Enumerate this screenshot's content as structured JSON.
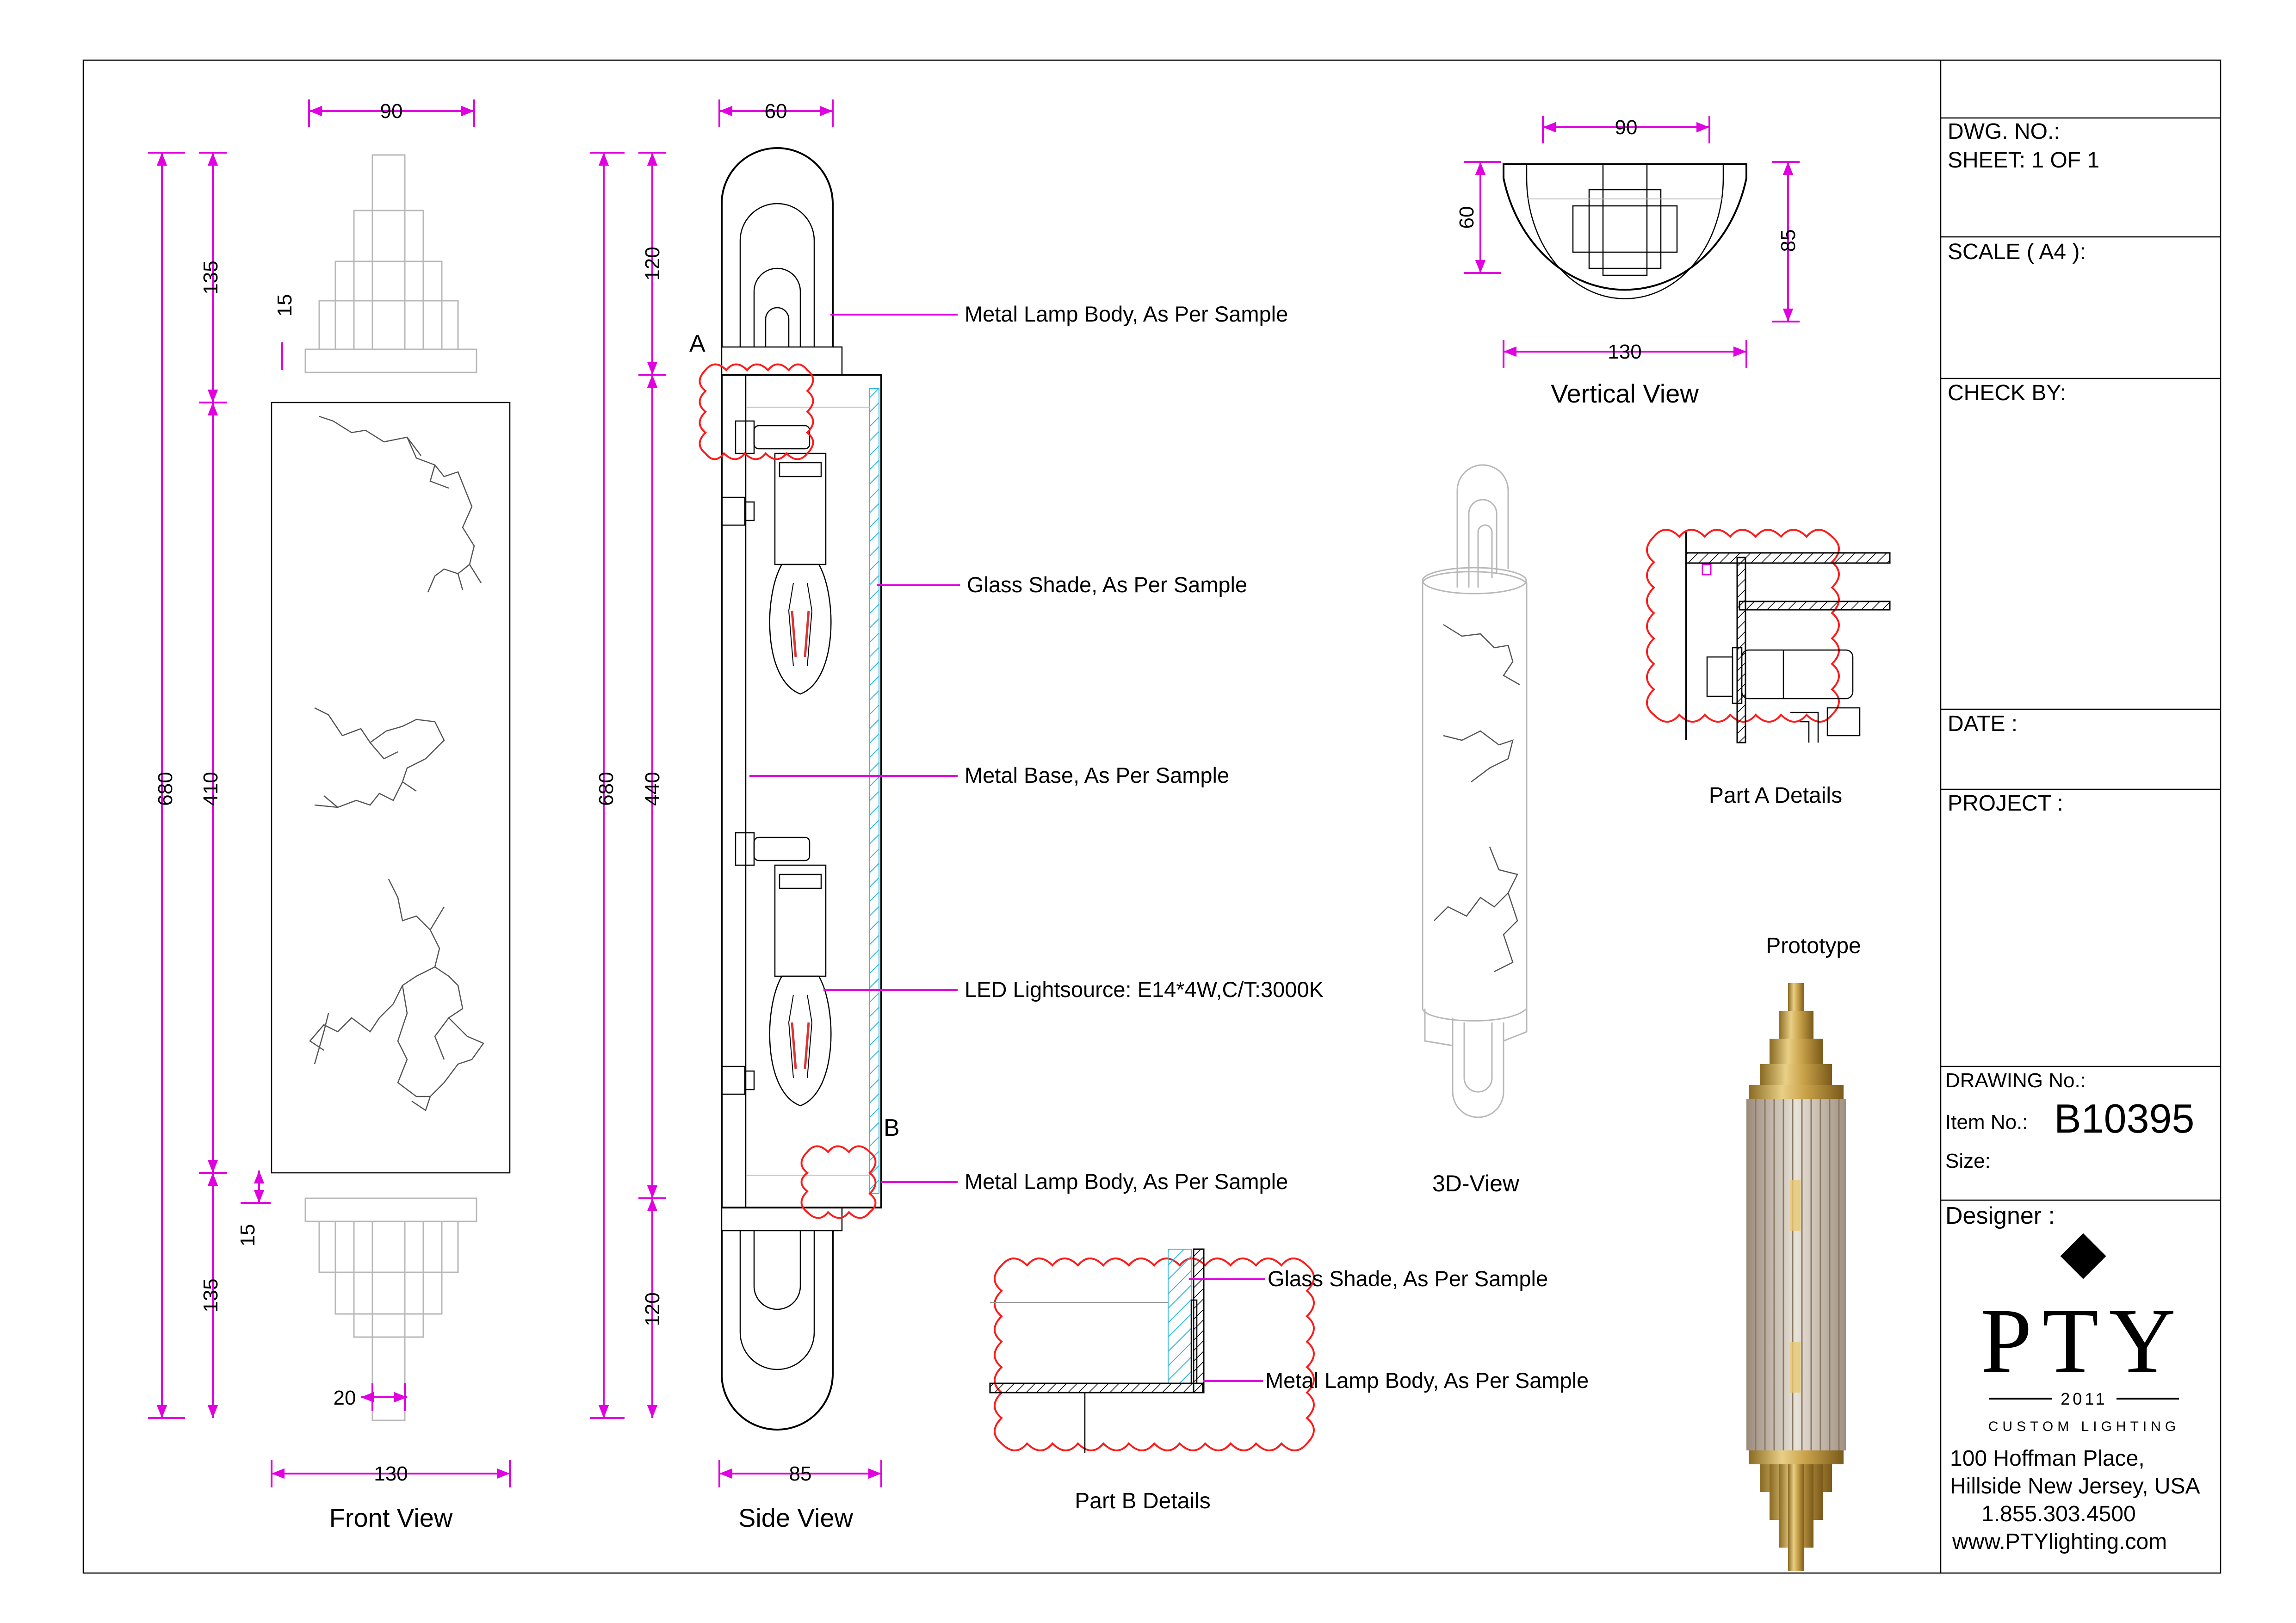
{
  "title_block": {
    "dwg_no_label": "DWG. NO.:",
    "sheet_label": "SHEET: 1 OF 1",
    "scale_label": "SCALE ( A4 ):",
    "check_by_label": "CHECK BY:",
    "date_label": "DATE :",
    "project_label": "PROJECT :",
    "drawing_no_label": "DRAWING No.:",
    "item_no_label": "Item No.:",
    "item_no_value": "B10395",
    "size_label": "Size:",
    "designer_label": "Designer :",
    "brand": "PTY",
    "brand_year": "2011",
    "brand_tagline": "CUSTOM LIGHTING",
    "address_line1": "100 Hoffman Place,",
    "address_line2": "Hillside New Jersey, USA",
    "phone": "1.855.303.4500",
    "website": "www.PTYlighting.com"
  },
  "views": {
    "front": "Front View",
    "side": "Side View",
    "vertical": "Vertical View",
    "three_d": "3D-View",
    "part_a": "Part A Details",
    "part_b": "Part B Details",
    "prototype": "Prototype"
  },
  "front_dims": {
    "top_width": "90",
    "overall_height": "680",
    "top_section": "135",
    "top_step": "15",
    "middle": "410",
    "bottom_step": "15",
    "bottom_section": "135",
    "bottom_width": "20",
    "body_width": "130"
  },
  "side_dims": {
    "top_width": "60",
    "overall_height": "680",
    "top": "120",
    "middle": "440",
    "bottom": "120",
    "depth": "85"
  },
  "vertical_dims": {
    "width": "90",
    "depth_left": "60",
    "depth_right": "85",
    "base_width": "130"
  },
  "markers": {
    "a": "A",
    "b": "B"
  },
  "callouts": {
    "metal_body_top": "Metal Lamp Body, As Per Sample",
    "glass_shade": "Glass Shade, As Per Sample",
    "metal_base": "Metal Base, As Per Sample",
    "led": "LED Lightsource: E14*4W,C/T:3000K",
    "metal_body_bottom": "Metal Lamp Body, As Per Sample",
    "partb_glass": "Glass Shade, As Per Sample",
    "partb_body": "Metal Lamp Body, As Per Sample"
  },
  "colors": {
    "dimension": "#e000e0",
    "detail_cloud": "#ff1a1a",
    "glass_hatch": "#33bbdd",
    "brass": "#c9a24a"
  }
}
